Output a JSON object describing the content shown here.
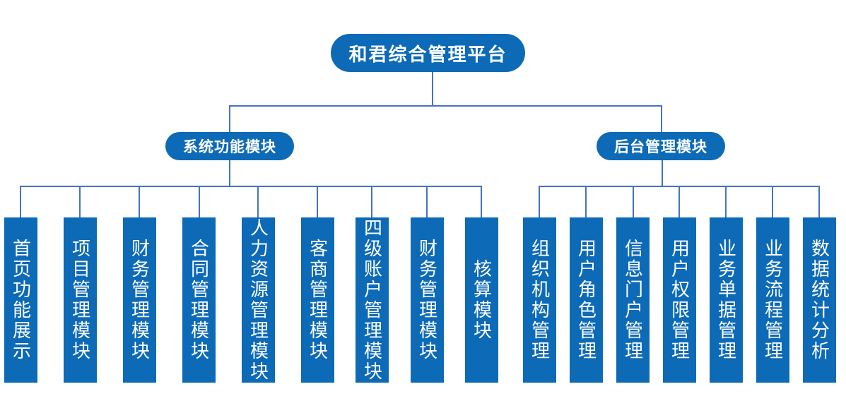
{
  "colors": {
    "node_fill": "#0D6AB7",
    "node_text": "#FFFFFF",
    "connector": "#4472C4",
    "background": "#FFFFFF"
  },
  "root": {
    "label": "和君综合管理平台"
  },
  "branches": [
    {
      "label": "系统功能模块",
      "children": [
        "首页功能展示",
        "项目管理模块",
        "财务管理模块",
        "合同管理模块",
        "人力资源管理模块",
        "客商管理模块",
        "四级账户管理模块",
        "财务管理模块",
        "核算模块"
      ]
    },
    {
      "label": "后台管理模块",
      "children": [
        "组织机构管理",
        "用户角色管理",
        "信息门户管理",
        "用户权限管理",
        "业务单据管理",
        "业务流程管理",
        "数据统计分析"
      ]
    }
  ]
}
